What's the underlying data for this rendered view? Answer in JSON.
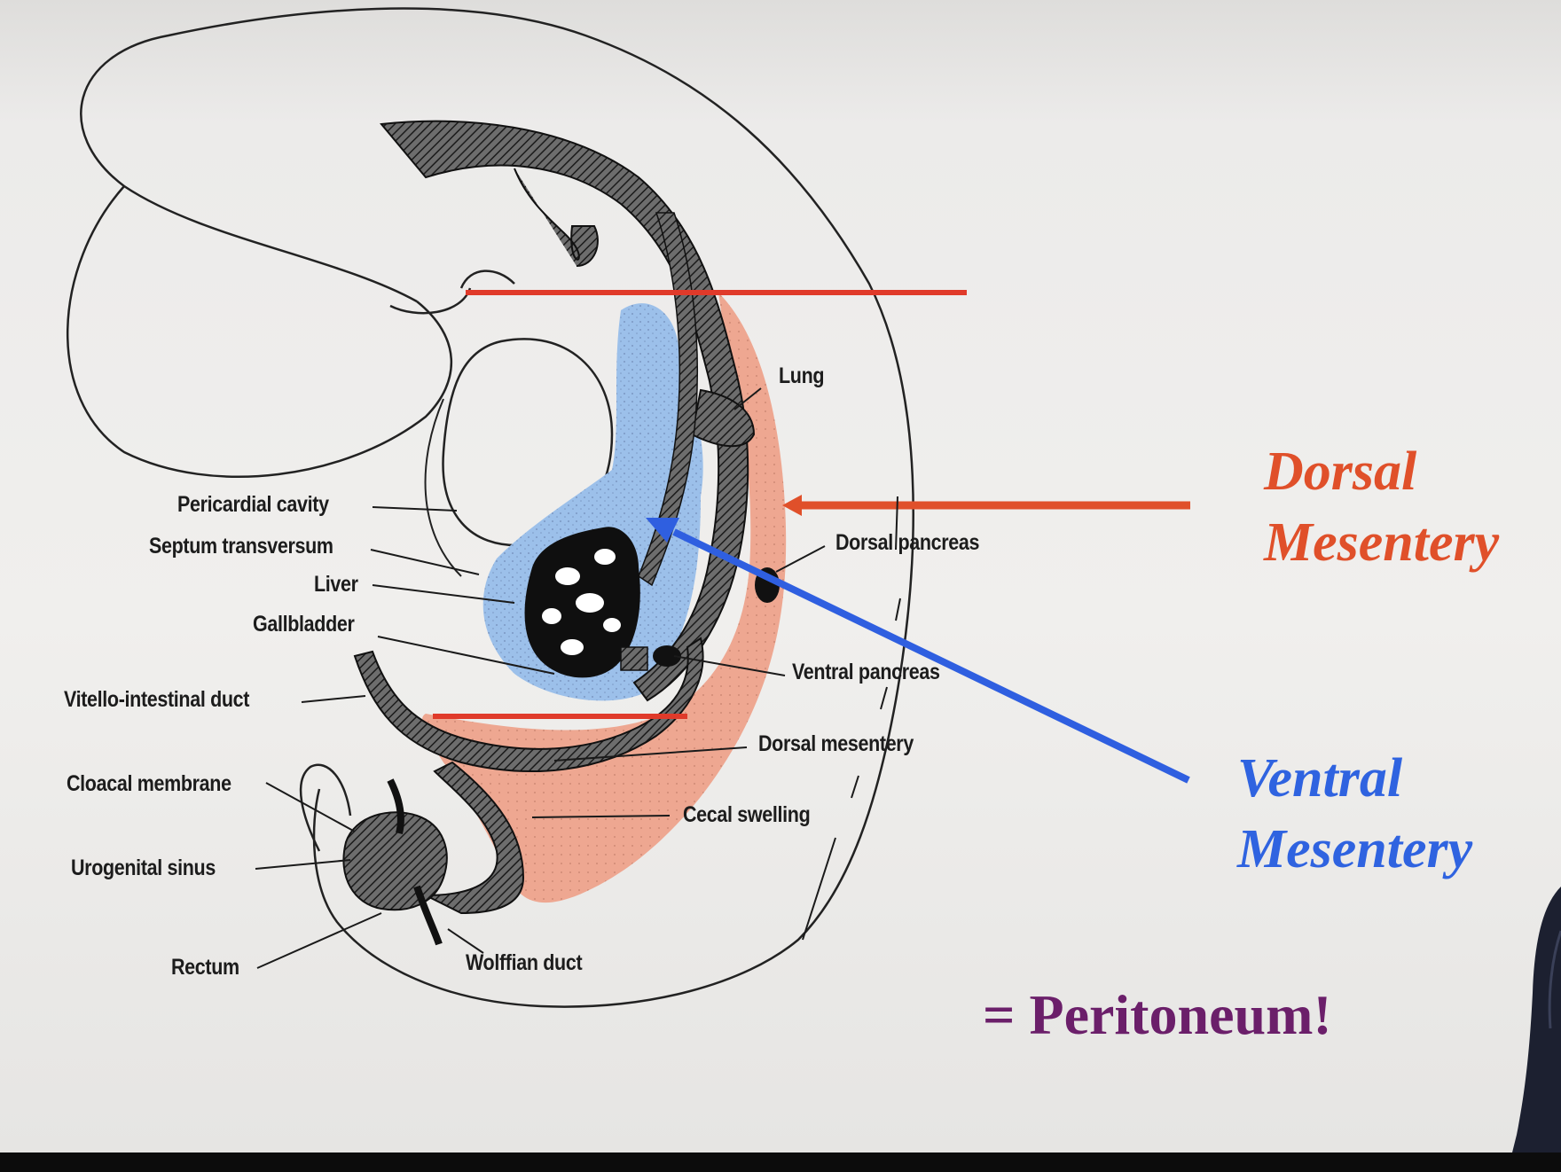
{
  "labels": {
    "lung": "Lung",
    "pericardial_cavity": "Pericardial cavity",
    "septum_transversum": "Septum transversum",
    "liver": "Liver",
    "gallbladder": "Gallbladder",
    "dorsal_pancreas": "Dorsal pancreas",
    "ventral_pancreas": "Ventral pancreas",
    "vitello_intestinal_duct": "Vitello-intestinal duct",
    "dorsal_mesentery": "Dorsal mesentery",
    "cloacal_membrane": "Cloacal membrane",
    "cecal_swelling": "Cecal swelling",
    "urogenital_sinus": "Urogenital sinus",
    "rectum": "Rectum",
    "wolffian_duct": "Wolffian duct"
  },
  "callouts": {
    "dorsal": [
      "Dorsal",
      "Mesentery"
    ],
    "ventral": [
      "Ventral",
      "Mesentery"
    ],
    "peritoneum": "= Peritoneum!"
  },
  "colors": {
    "dorsal_mesentery_fill": "#eea791",
    "ventral_mesentery_fill": "#9cc0ea",
    "dorsal_text": "#e0502a",
    "ventral_text": "#2f63e0",
    "peritoneum_text": "#6b1f6a",
    "cut_line": "#e03a2a",
    "ventral_arrow": "#2f5fe0"
  }
}
